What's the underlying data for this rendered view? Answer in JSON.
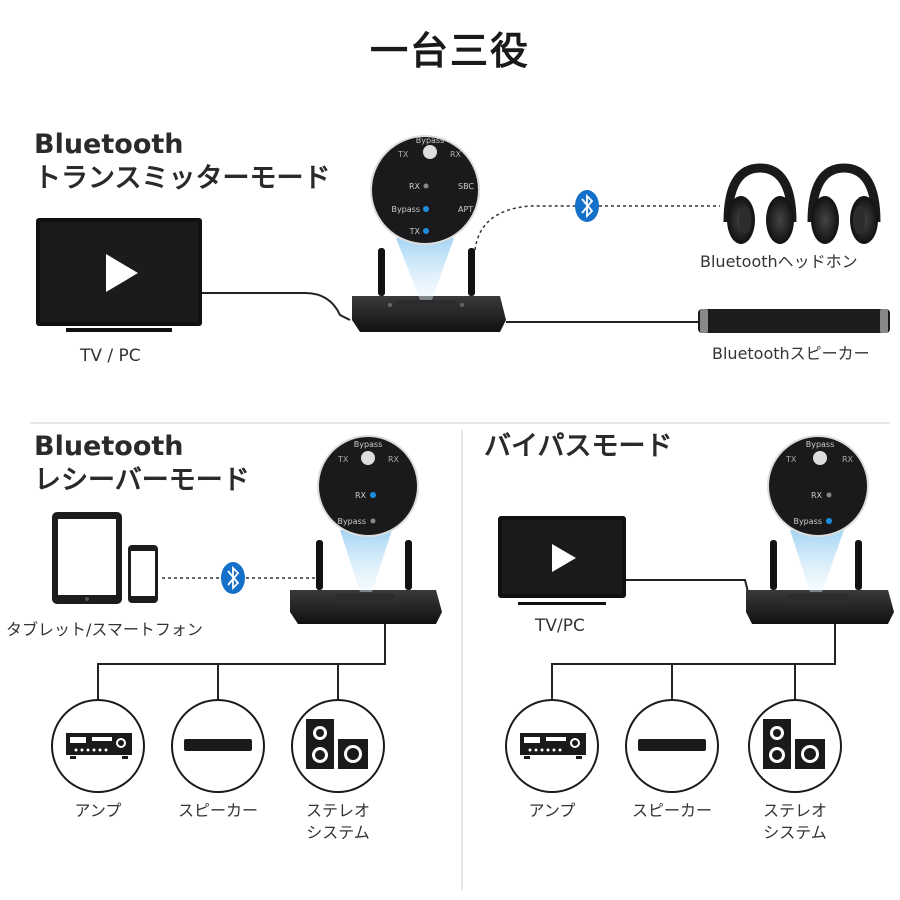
{
  "title": "一台三役",
  "transmitter": {
    "title_line1": "Bluetooth",
    "title_line2": "トランスミッターモード",
    "source_label": "TV / PC",
    "headphone_label": "Bluetoothヘッドホン",
    "speaker_label": "Bluetoothスピーカー",
    "panel": {
      "top_left": "TX",
      "top_center": "Bypass",
      "top_right": "RX",
      "rows": [
        "RX",
        "Bypass",
        "TX"
      ],
      "side": [
        "SBC",
        "APT"
      ]
    }
  },
  "receiver": {
    "title_line1": "Bluetooth",
    "title_line2": "レシーバーモード",
    "source_label": "タブレット/スマートフォン",
    "panel": {
      "top_left": "TX",
      "top_center": "Bypass",
      "top_right": "RX",
      "rows": [
        "RX",
        "Bypass"
      ]
    },
    "outputs": [
      {
        "label": "アンプ",
        "icon": "amplifier-icon"
      },
      {
        "label": "スピーカー",
        "icon": "soundbar-icon"
      },
      {
        "label_line1": "ステレオ",
        "label_line2": "システム",
        "icon": "stereo-speakers-icon"
      }
    ]
  },
  "bypass": {
    "title": "バイパスモード",
    "source_label": "TV/PC",
    "panel": {
      "top_left": "TX",
      "top_center": "Bypass",
      "top_right": "RX",
      "rows": [
        "RX",
        "Bypass"
      ]
    },
    "outputs": [
      {
        "label": "アンプ",
        "icon": "amplifier-icon"
      },
      {
        "label": "スピーカー",
        "icon": "soundbar-icon"
      },
      {
        "label_line1": "ステレオ",
        "label_line2": "システム",
        "icon": "stereo-speakers-icon"
      }
    ]
  },
  "colors": {
    "led_blue": "#1e8fe0",
    "device_body": "#1d1d1f",
    "bluetooth_badge": "#1470c8",
    "beam": "#bfe0f5"
  }
}
